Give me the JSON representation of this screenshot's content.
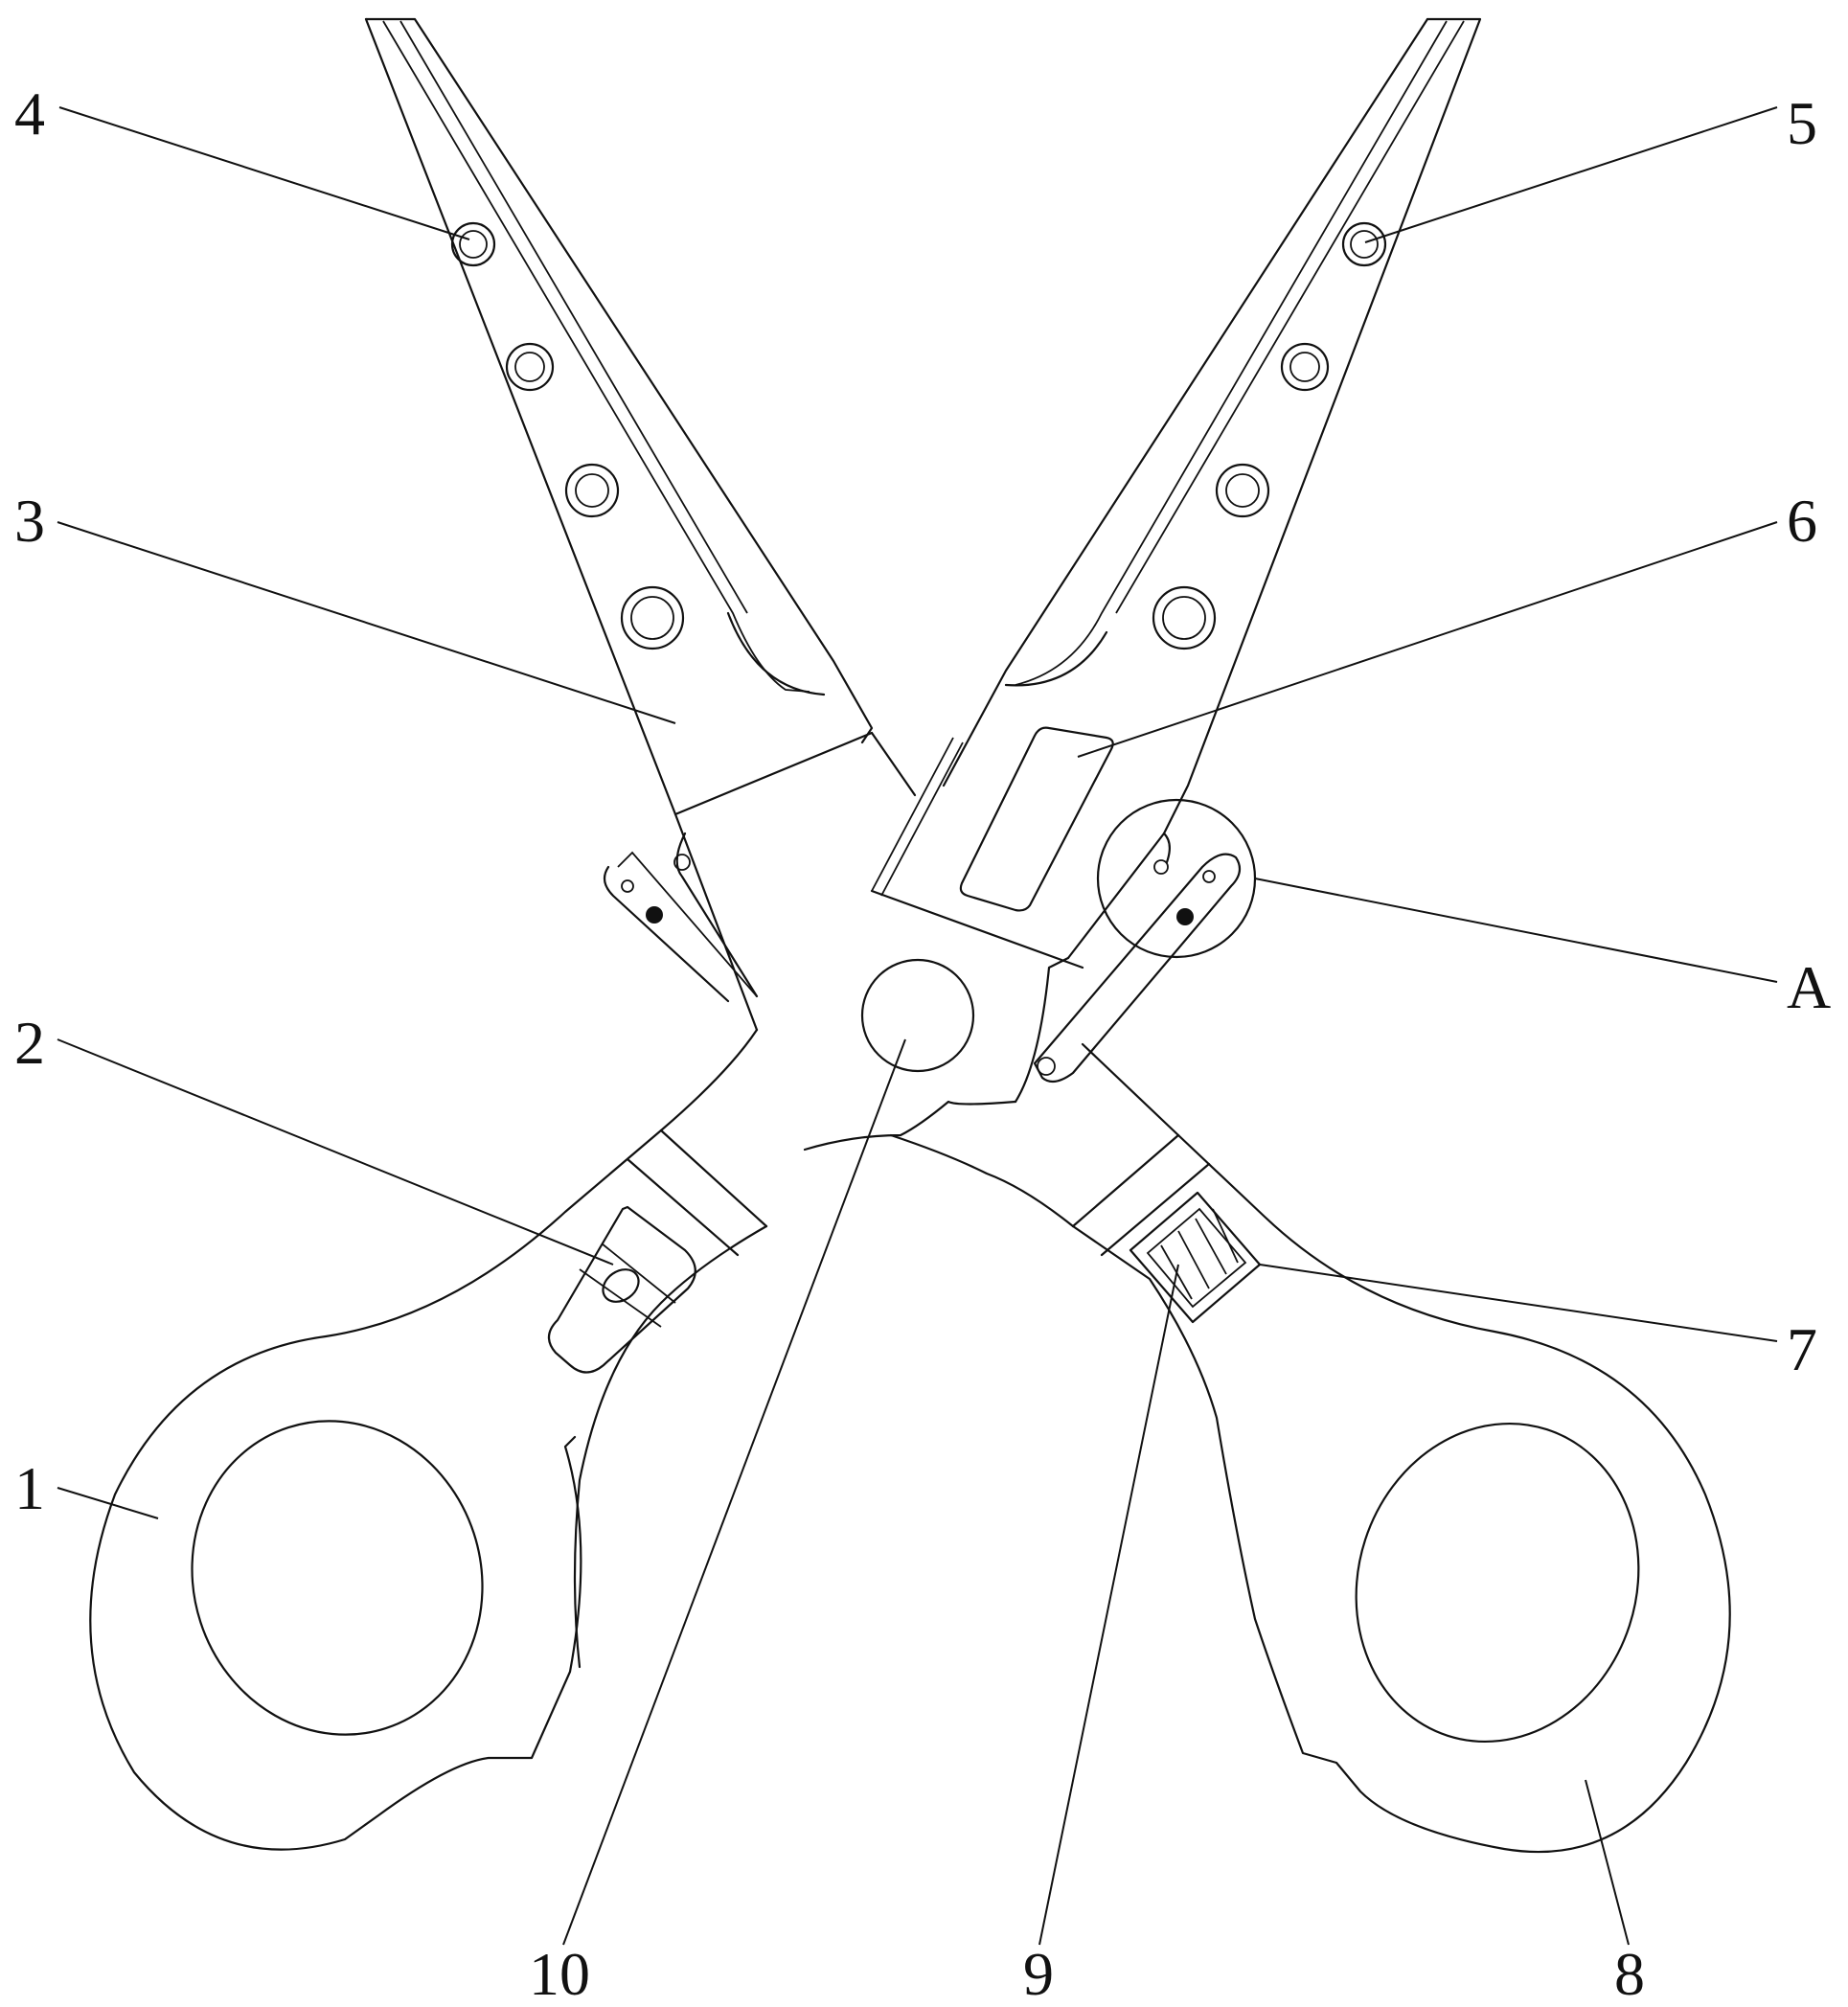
{
  "labels": {
    "l1": "1",
    "l2": "2",
    "l3": "3",
    "l4": "4",
    "l5": "5",
    "l6": "6",
    "l7": "7",
    "l8": "8",
    "l9": "9",
    "l10": "10",
    "lA": "A"
  },
  "icons": {
    "screw": "screw-icon",
    "button": "button-icon",
    "grip": "grip-pad-icon"
  }
}
